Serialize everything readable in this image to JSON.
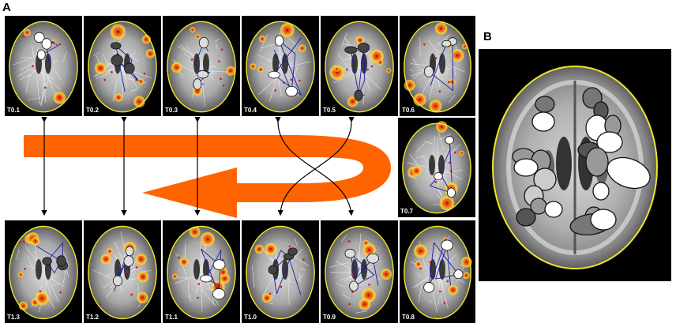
{
  "figure": {
    "label_a": "A",
    "label_b": "B"
  },
  "top_row": [
    {
      "label": "T0.1"
    },
    {
      "label": "T0.2"
    },
    {
      "label": "T0.3"
    },
    {
      "label": "T0.4"
    },
    {
      "label": "T0.5"
    },
    {
      "label": "T0.6"
    }
  ],
  "side_panel": {
    "label": "T0.7"
  },
  "bottom_row": [
    {
      "label": "T1.3"
    },
    {
      "label": "T1.2"
    },
    {
      "label": "T1.1"
    },
    {
      "label": "T1.0"
    },
    {
      "label": "T0.9"
    },
    {
      "label": "T0.8"
    }
  ],
  "colors": {
    "outline": "#f0e62a",
    "network_lines": "#1a1aa8",
    "activation_hot": "#ffcf2e",
    "activation_mid": "#f06010",
    "activation_core": "#d01a10",
    "flow_arrow": "#ff6400",
    "background": "#000000"
  }
}
